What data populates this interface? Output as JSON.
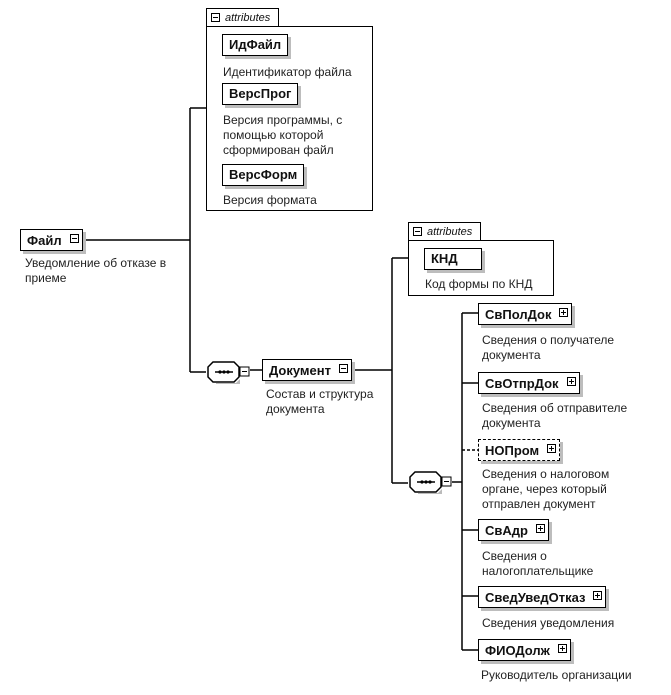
{
  "root": {
    "name": "Файл",
    "description": "Уведомление об отказе в приеме",
    "attributes": {
      "tab_label": "attributes",
      "items": [
        {
          "name": "ИдФайл",
          "description": "Идентификатор файла"
        },
        {
          "name": "ВерсПрог",
          "description": "Версия программы, с помощью которой сформирован файл"
        },
        {
          "name": "ВерсФорм",
          "description": "Версия формата"
        }
      ]
    }
  },
  "document": {
    "name": "Документ",
    "description": "Состав и структура документа",
    "attributes": {
      "tab_label": "attributes",
      "items": [
        {
          "name": "КНД",
          "description": "Код формы  по КНД"
        }
      ]
    },
    "children": [
      {
        "name": "СвПолДок",
        "description": "Сведения о получателе документа",
        "optional": false
      },
      {
        "name": "СвОтпрДок",
        "description": "Сведения об отправителе документа",
        "optional": false
      },
      {
        "name": "НОПром",
        "description": "Сведения о налоговом органе, через который отправлен документ",
        "optional": true
      },
      {
        "name": "СвАдр",
        "description": "Сведения о налогоплательщике",
        "optional": false
      },
      {
        "name": "СведУведОтказ",
        "description": "Сведения уведомления",
        "optional": false
      },
      {
        "name": "ФИОДолж",
        "description": "Руководитель организации",
        "optional": false
      }
    ]
  },
  "icons": {
    "collapse": "minus-box-icon",
    "expand": "plus-box-icon",
    "sequence": "sequence-compositor-icon"
  }
}
